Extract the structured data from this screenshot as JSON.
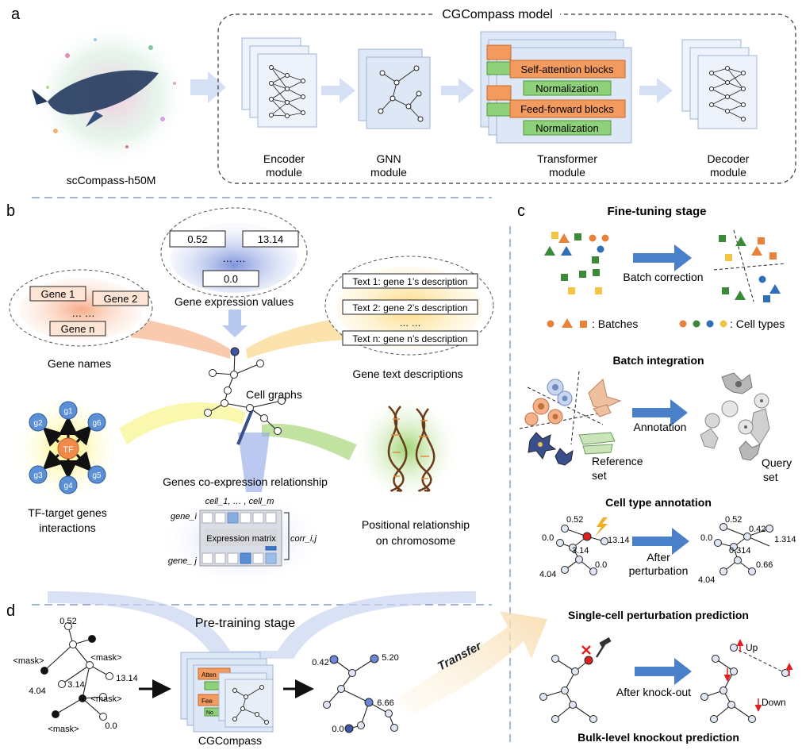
{
  "panel_a": {
    "letter": "a",
    "title": "CGCompass model",
    "atlas_label": "scCompass-h50M",
    "encoder": [
      "Encoder",
      "module"
    ],
    "gnn": [
      "GNN",
      "module"
    ],
    "transformer": [
      "Transformer",
      "module"
    ],
    "decoder": [
      "Decoder",
      "module"
    ],
    "self_attention": "Self-attention blocks",
    "normalization": "Normalization",
    "feed_forward": "Feed-forward blocks"
  },
  "panel_b": {
    "letter": "b",
    "expr_values": [
      "0.52",
      "13.14",
      "… …",
      "0.0"
    ],
    "expr_caption": "Gene expression values",
    "gene_names": [
      "Gene 1",
      "Gene 2",
      "… …",
      "Gene n"
    ],
    "gene_names_caption": "Gene names",
    "text_desc": [
      "Text 1: gene 1’s description",
      "Text 2: gene 2’s description",
      "… …",
      "Text n: gene n’s description"
    ],
    "text_desc_caption": "Gene text descriptions",
    "cell_graphs": "Cell graphs",
    "tf_center": "TF",
    "tf_targets": [
      "g1",
      "g6",
      "g5",
      "g4",
      "g3",
      "g2"
    ],
    "tf_caption": [
      "TF-target genes",
      "interactions"
    ],
    "coexp_caption": "Genes co-expression relationship",
    "matrix_header": "cell_1, … , cell_m",
    "gene_i": "gene_i",
    "gene_j": "gene_ j",
    "matrix_label": "Expression matrix",
    "corr": "corr_i,j",
    "chromo_caption": [
      "Positional relationship",
      "on chromosome"
    ]
  },
  "panel_c": {
    "letter": "c",
    "title": "Fine-tuning stage",
    "batch_correction": "Batch correction",
    "batches_legend": ": Batches",
    "celltypes_legend": ": Cell types",
    "batch_integration": "Batch integration",
    "annotation": "Annotation",
    "reference_set": [
      "Reference",
      "set"
    ],
    "query_set": [
      "Query",
      "set"
    ],
    "cell_type_annotation": "Cell type annotation",
    "graph_before": [
      "0.52",
      "0.0",
      "3.14",
      "13.14",
      "4.04",
      "0.0"
    ],
    "after_perturbation": [
      "After",
      "perturbation"
    ],
    "graph_after": [
      "0.52",
      "0.42",
      "0.0",
      "0.314",
      "1.314",
      "4.04",
      "0.66"
    ],
    "single_cell_perturbation": "Single-cell perturbation prediction",
    "after_knockout": "After knock-out",
    "up": "Up",
    "down": "Down",
    "bulk_knockout": "Bulk-level knockout prediction",
    "colors": {
      "orange": "#e8823a",
      "green": "#3a8a3a",
      "blue": "#2f6fb7",
      "yellow": "#f4c542",
      "arrow": "#4a7fc9"
    }
  },
  "panel_d": {
    "letter": "d",
    "title": "Pre-training stage",
    "masked_graph": [
      "0.52",
      "<mask>",
      "<mask>",
      "3.14",
      "13.14",
      "4.04",
      "<mask>",
      "<mask>",
      "0.0"
    ],
    "model_label": "CGCompass",
    "stack_labels": [
      "Atten",
      "Fee",
      "No"
    ],
    "predicted_graph": [
      "0.42",
      "5.20",
      "6.66",
      "0.0"
    ],
    "transfer": "Transfer"
  }
}
